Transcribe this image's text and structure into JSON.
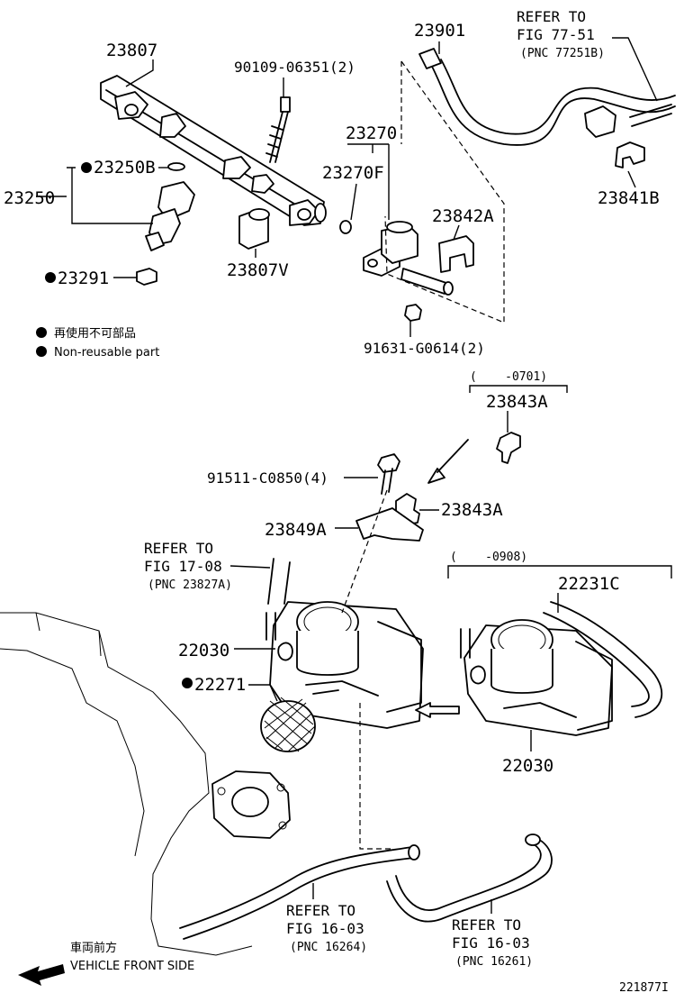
{
  "labels": {
    "p23807": "23807",
    "p90109": "90109-06351(2)",
    "p23901": "23901",
    "refer_77_51_l1": "REFER TO",
    "refer_77_51_l2": "FIG 77-51",
    "refer_77_51_l3": "(PNC 77251B)",
    "p23270": "23270",
    "p23270f": "23270F",
    "p23250b": "23250B",
    "p23250": "23250",
    "p23842a": "23842A",
    "p23841b": "23841B",
    "p23807v": "23807V",
    "p23291": "23291",
    "p91631": "91631-G0614(2)",
    "legend_jp": "再使用不可部品",
    "legend_en": "Non-reusable part",
    "range_0701": "(    -0701)",
    "p23843a_top": "23843A",
    "p91511": "91511-C0850(4)",
    "p23843a_mid": "23843A",
    "p23849a": "23849A",
    "refer_17_08_l1": "REFER TO",
    "refer_17_08_l2": "FIG 17-08",
    "refer_17_08_l3": "(PNC 23827A)",
    "range_0908": "(    -0908)",
    "p22231c": "22231C",
    "p22030_left": "22030",
    "p22271": "22271",
    "p22030_right": "22030",
    "refer_16_03a_l1": "REFER TO",
    "refer_16_03a_l2": "FIG 16-03",
    "refer_16_03a_l3": "(PNC 16264)",
    "refer_16_03b_l1": "REFER TO",
    "refer_16_03b_l2": "FIG 16-03",
    "refer_16_03b_l3": "(PNC 16261)",
    "front_jp": "車両前方",
    "front_en": "VEHICLE FRONT SIDE",
    "diagram_id": "221877I"
  }
}
